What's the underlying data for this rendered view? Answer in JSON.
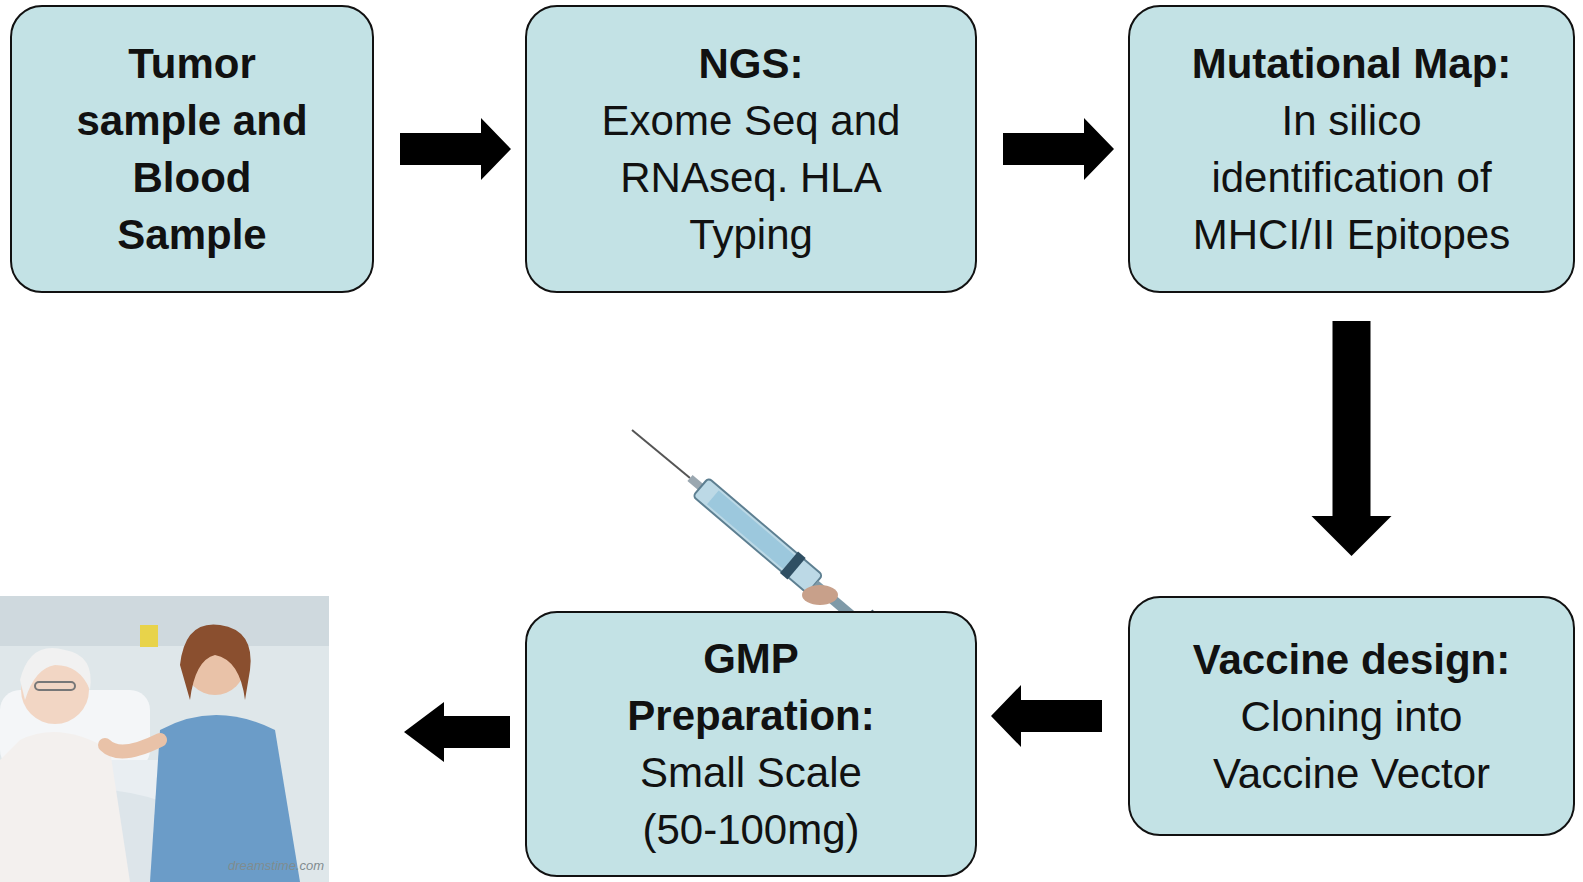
{
  "diagram": {
    "nodes": [
      {
        "text": [
          "Tumor sample and Blood Sample"
        ]
      },
      {
        "text": [
          "NGS:",
          "Exome Seq and RNAseq. HLA Typing"
        ]
      },
      {
        "text": [
          "Mutational Map:",
          "In silico identification of MHCI/II Epitopes"
        ]
      },
      {
        "text": [
          "Vaccine design:",
          "Cloning into Vaccine Vector"
        ]
      },
      {
        "text": [
          "GMP Preparation:",
          "Small Scale (50-100mg)"
        ]
      }
    ],
    "edges": [
      {
        "from": 0,
        "to": 1,
        "arrow": "to"
      },
      {
        "from": 1,
        "to": 2,
        "arrow": "to"
      },
      {
        "from": 2,
        "to": 3,
        "arrow": "to"
      },
      {
        "from": 3,
        "to": 4,
        "arrow": "to"
      }
    ],
    "labels": [
      "dreamstime.com"
    ]
  }
}
